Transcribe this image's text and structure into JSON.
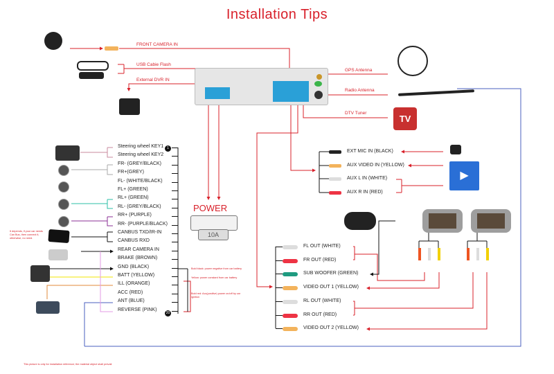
{
  "title": "Installation Tips",
  "head_unit": {
    "top_links": [
      {
        "label": "FRONT CAMERA IN",
        "icon": "front-camera-icon"
      },
      {
        "label": "USB Cabie Flash",
        "icon": "usb-cable-icon"
      },
      {
        "label": "External DVR IN",
        "icon": "dvr-icon"
      }
    ],
    "right_links": [
      {
        "label": "GPS Antenna",
        "icon": "gps-antenna-icon"
      },
      {
        "label": "Radio Antenna",
        "icon": "radio-antenna-icon"
      },
      {
        "label": "DTV Tuner",
        "icon": "tv-icon"
      }
    ],
    "tv_badge": "TV"
  },
  "harness": {
    "pins": [
      {
        "label": "Steering wheel KEY1",
        "wire": "#c98a9c"
      },
      {
        "label": "Steering wheel KEY2",
        "wire": "#c98a9c"
      },
      {
        "label": "FR- (GREY/BLACK)",
        "wire": "#aaaaaa"
      },
      {
        "label": "FR+(GREY)",
        "wire": "#aaaaaa"
      },
      {
        "label": "FL- (WHITE/BLACK)",
        "wire": ""
      },
      {
        "label": "FL+ (GREEN)",
        "wire": ""
      },
      {
        "label": "RL+ (GREEN)",
        "wire": "#2bbfa7"
      },
      {
        "label": "RL- (GREY/BLACK)",
        "wire": "#2bbfa7"
      },
      {
        "label": "RR+ (PURPLE)",
        "wire": "#8b2f95"
      },
      {
        "label": "RR- (PURPLE/BLACK)",
        "wire": "#8b2f95"
      },
      {
        "label": "CANBUS TXD/IR-IN",
        "wire": "#111111"
      },
      {
        "label": "CANBUS RXD",
        "wire": "#111111"
      },
      {
        "label": "REAR CAMERA IN",
        "wire": "#333333"
      },
      {
        "label": "BRAKE (BROWN)",
        "wire": ""
      },
      {
        "label": "GND (BLACK)",
        "wire": "#111111"
      },
      {
        "label": "BATT (YELLOW)",
        "wire": "#f2e600"
      },
      {
        "label": "ILL (ORANGE)",
        "wire": "#e08a3a"
      },
      {
        "label": "ACC (RED)",
        "wire": ""
      },
      {
        "label": "ANT (BLUE)",
        "wire": "#4a5fbf"
      },
      {
        "label": "REVERSE (PINK)",
        "wire": "#e39be6"
      }
    ],
    "pin_first": "1",
    "pin_last": "20",
    "power_label": "POWER",
    "fuse_label": "10A",
    "canbus_note": "It depends, if your car needs Can Bus, then connect it, otherwise, no need.",
    "notes": [
      "Bold black: power negative from car battery",
      "Yellow: power constant from car battery",
      "Bold red: Acc(positive) power on/off by car ignition"
    ]
  },
  "aux_inputs": [
    {
      "label": "EXT MIC IN (BLACK)",
      "plug": "#222222"
    },
    {
      "label": "AUX VIDEO IN (YELLOW)",
      "plug": "#f3b35c"
    },
    {
      "label": "AUX L IN (WHITE)",
      "plug": "#dddddd"
    },
    {
      "label": "AUX R IN (RED)",
      "plug": "#ee3344"
    }
  ],
  "av_outputs": [
    {
      "label": "FL OUT (WHITE)",
      "plug": "#dddddd"
    },
    {
      "label": "FR OUT (RED)",
      "plug": "#ee3344"
    },
    {
      "label": "SUB WOOFER (GREEN)",
      "plug": "#1f9b80"
    },
    {
      "label": "VIDEO OUT 1 (YELLOW)",
      "plug": "#f3b35c"
    },
    {
      "label": "RL OUT (WHITE)",
      "plug": "#dddddd"
    },
    {
      "label": "RR OUT (RED)",
      "plug": "#ee3344"
    },
    {
      "label": "VIDEO OUT 2 (YELLOW)",
      "plug": "#f3b35c"
    }
  ],
  "footer": "This picture is only for installation reference; the material object shall prevail.",
  "colors": {
    "accent": "#d8202a",
    "blue_wire": "#4a5fbf"
  }
}
